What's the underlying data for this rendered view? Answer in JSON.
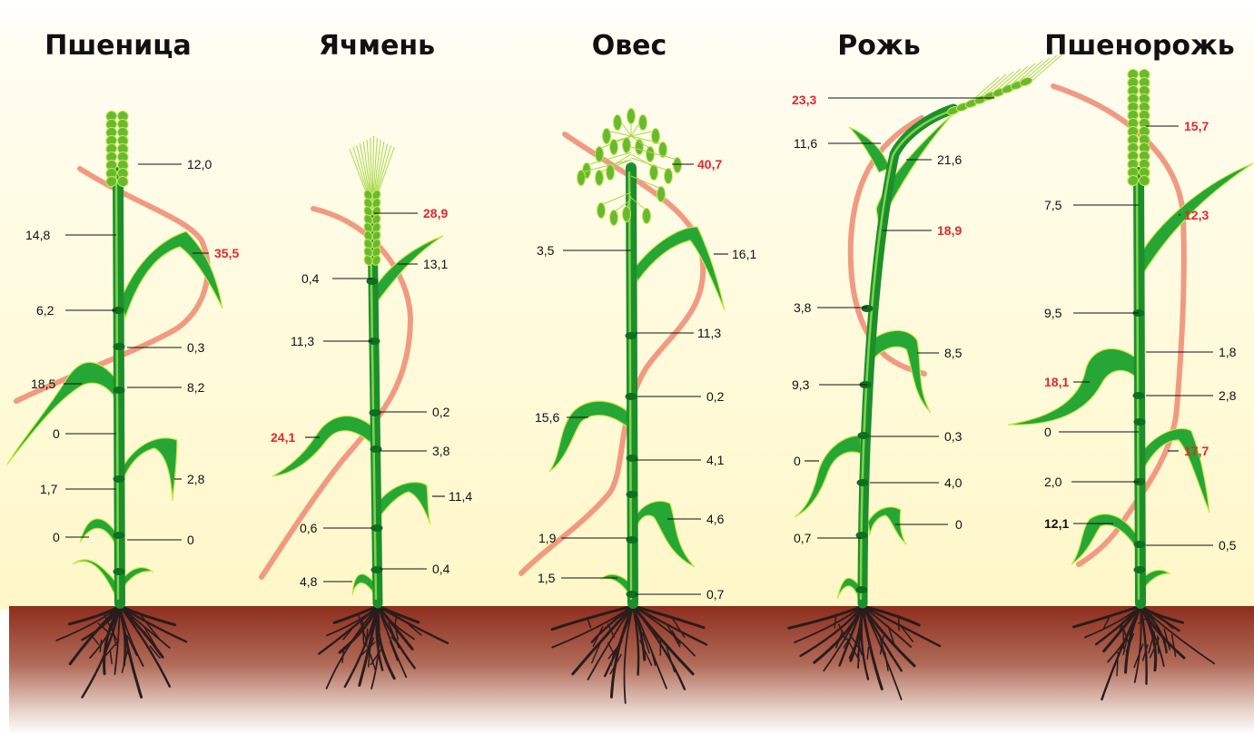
{
  "colors": {
    "background_top": "#fffbe0",
    "soil": "#8f2e1d",
    "curve": "#f0957c",
    "plant": "#26a635",
    "highlight": "#e3262f"
  },
  "plants": [
    {
      "name": "Пшеница",
      "labels": [
        {
          "text": "12,0",
          "hl": false
        },
        {
          "text": "14,8",
          "hl": false
        },
        {
          "text": "35,5",
          "hl": true
        },
        {
          "text": "6,2",
          "hl": false
        },
        {
          "text": "0,3",
          "hl": false
        },
        {
          "text": "18,5",
          "hl": false
        },
        {
          "text": "8,2",
          "hl": false
        },
        {
          "text": "0",
          "hl": false
        },
        {
          "text": "2,8",
          "hl": false
        },
        {
          "text": "1,7",
          "hl": false
        },
        {
          "text": "0",
          "hl": false
        },
        {
          "text": "0",
          "hl": false
        }
      ]
    },
    {
      "name": "Ячмень",
      "labels": [
        {
          "text": "28,9",
          "hl": true
        },
        {
          "text": "0,4",
          "hl": false
        },
        {
          "text": "13,1",
          "hl": false
        },
        {
          "text": "11,3",
          "hl": false
        },
        {
          "text": "0,2",
          "hl": false
        },
        {
          "text": "24,1",
          "hl": true
        },
        {
          "text": "3,8",
          "hl": false
        },
        {
          "text": "11,4",
          "hl": false
        },
        {
          "text": "0,6",
          "hl": false
        },
        {
          "text": "4,8",
          "hl": false
        },
        {
          "text": "0,4",
          "hl": false
        }
      ]
    },
    {
      "name": "Овес",
      "labels": [
        {
          "text": "40,7",
          "hl": true
        },
        {
          "text": "3,5",
          "hl": false
        },
        {
          "text": "16,1",
          "hl": false
        },
        {
          "text": "11,3",
          "hl": false
        },
        {
          "text": "0,2",
          "hl": false
        },
        {
          "text": "15,6",
          "hl": false
        },
        {
          "text": "4,1",
          "hl": false
        },
        {
          "text": "4,6",
          "hl": false
        },
        {
          "text": "1,9",
          "hl": false
        },
        {
          "text": "1,5",
          "hl": false
        },
        {
          "text": "0,7",
          "hl": false
        }
      ]
    },
    {
      "name": "Рожь",
      "labels": [
        {
          "text": "23,3",
          "hl": true
        },
        {
          "text": "11,6",
          "hl": false
        },
        {
          "text": "21,6",
          "hl": false
        },
        {
          "text": "18,9",
          "hl": true
        },
        {
          "text": "3,8",
          "hl": false
        },
        {
          "text": "8,5",
          "hl": false
        },
        {
          "text": "9,3",
          "hl": false
        },
        {
          "text": "0,3",
          "hl": false
        },
        {
          "text": "0",
          "hl": false
        },
        {
          "text": "4,0",
          "hl": false
        },
        {
          "text": "0",
          "hl": false
        },
        {
          "text": "0,7",
          "hl": false
        }
      ]
    },
    {
      "name": "Пшенорожь",
      "labels": [
        {
          "text": "15,7",
          "hl": true
        },
        {
          "text": "7,5",
          "hl": false
        },
        {
          "text": "12,3",
          "hl": true
        },
        {
          "text": "9,5",
          "hl": false
        },
        {
          "text": "1,8",
          "hl": false
        },
        {
          "text": "18,1",
          "hl": true
        },
        {
          "text": "2,8",
          "hl": false
        },
        {
          "text": "0",
          "hl": false
        },
        {
          "text": "17,7",
          "hl": true
        },
        {
          "text": "2,0",
          "hl": false
        },
        {
          "text": "12,1",
          "hl": false,
          "bold": true
        },
        {
          "text": "0,5",
          "hl": false
        }
      ]
    }
  ]
}
